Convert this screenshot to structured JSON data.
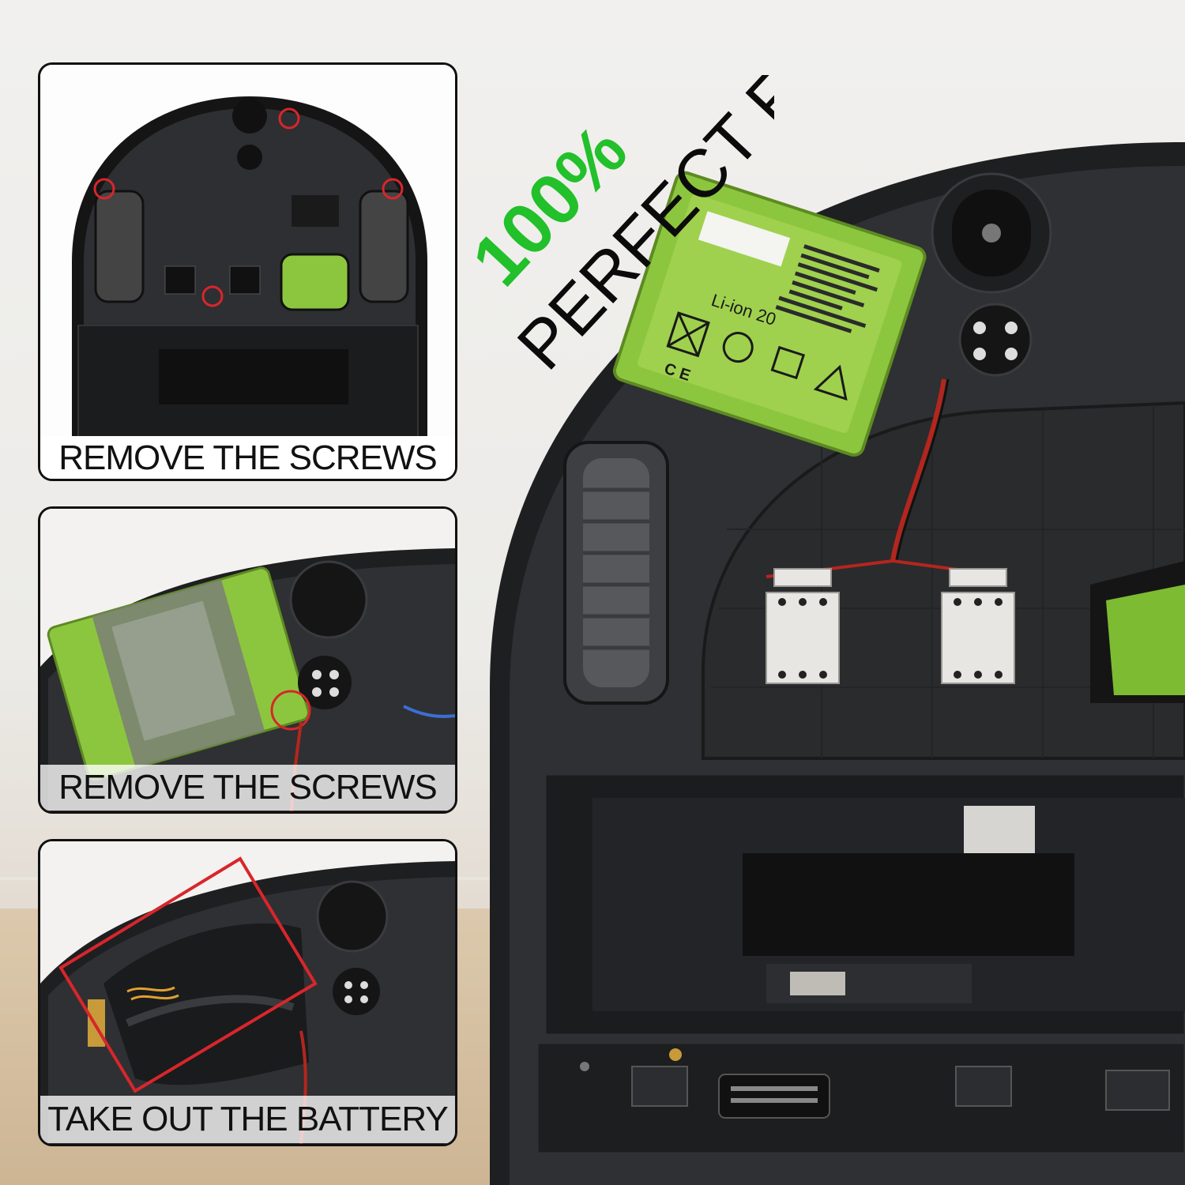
{
  "headline": {
    "line1": "100%",
    "line2": "PERFECT FIT",
    "line1_color": "#22c02a",
    "line2_color": "#0b0b0b"
  },
  "battery_label": {
    "text": "Li-ion 20"
  },
  "steps": [
    {
      "caption": "REMOVE THE SCREWS"
    },
    {
      "caption": "REMOVE THE SCREWS"
    },
    {
      "caption": "TAKE OUT THE BATTERY"
    }
  ],
  "colors": {
    "battery_green": "#8cc63f",
    "robot_body": "#2b2c2e",
    "highlight_red": "#d8262b",
    "panel_border": "#111111"
  }
}
